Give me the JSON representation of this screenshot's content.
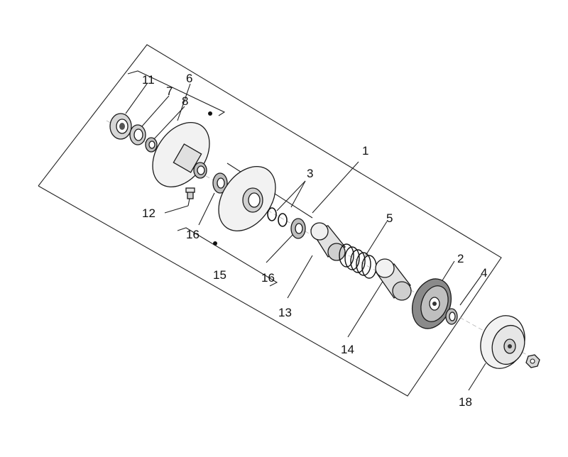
{
  "callouts": {
    "c1": "1",
    "c2": "2",
    "c3": "3",
    "c4": "4",
    "c5": "5",
    "c6": "6",
    "c7": "7",
    "c8": "8",
    "c11": "11",
    "c12": "12",
    "c13": "13",
    "c14": "14",
    "c15": "15",
    "c16a": "16",
    "c16b": "16",
    "c18": "18"
  },
  "colors": {
    "line": "#222222",
    "part_light": "#eeeeee",
    "part_mid": "#bdbdbd",
    "part_dark": "#555555"
  }
}
